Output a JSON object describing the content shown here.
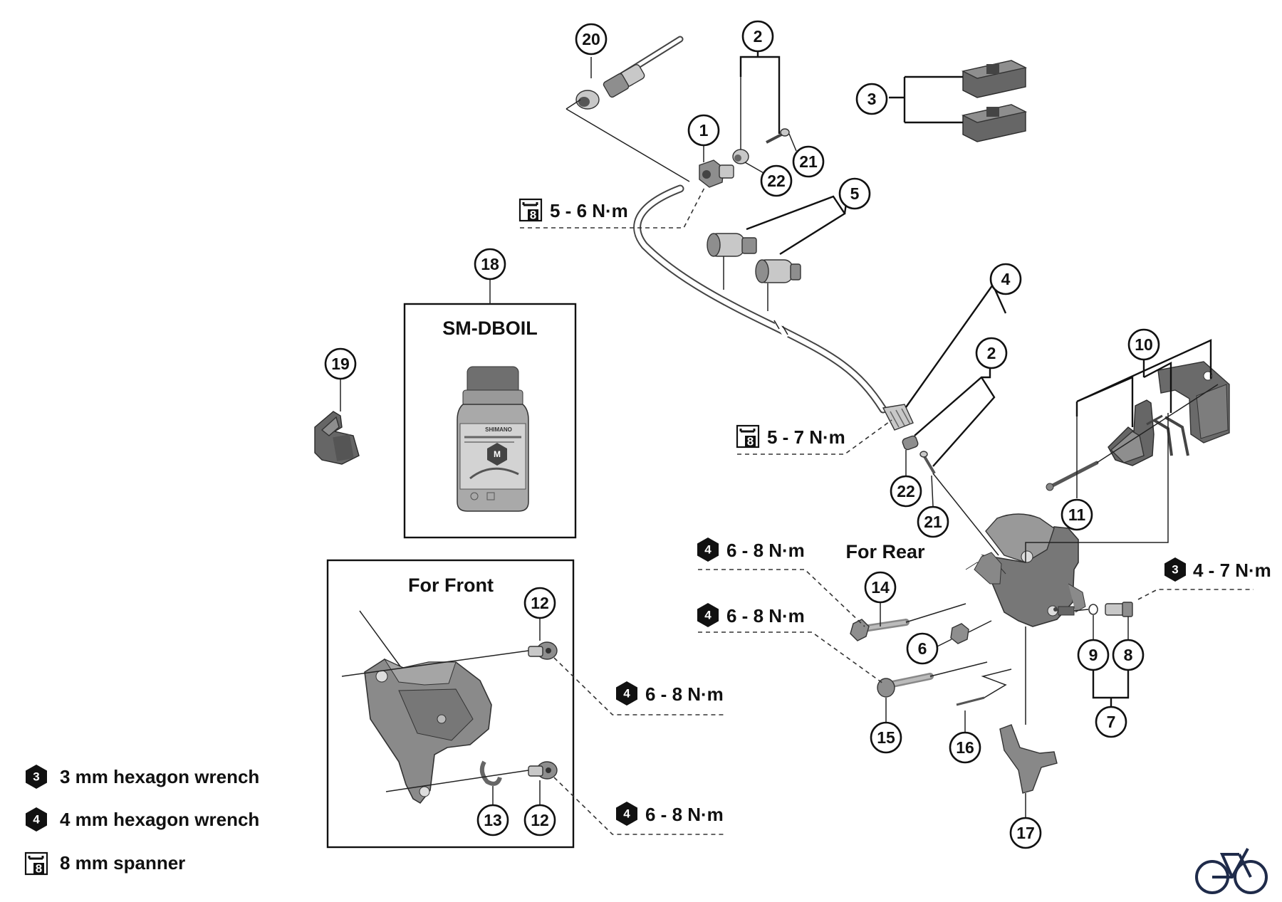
{
  "callouts": {
    "c1": "1",
    "c2a": "2",
    "c2b": "2",
    "c3": "3",
    "c4": "4",
    "c5": "5",
    "c6": "6",
    "c7": "7",
    "c8": "8",
    "c9": "9",
    "c10": "10",
    "c11": "11",
    "c12a": "12",
    "c12b": "12",
    "c13": "13",
    "c14": "14",
    "c15": "15",
    "c16": "16",
    "c17": "17",
    "c18": "18",
    "c19": "19",
    "c20": "20",
    "c21a": "21",
    "c21b": "21",
    "c22a": "22",
    "c22b": "22"
  },
  "torque": {
    "hose_upper": "5 - 6 N·m",
    "hose_lower": "5 - 7 N·m",
    "rear_mount_top": "6 - 8 N·m",
    "rear_mount_bottom": "6 - 8 N·m",
    "rear_bleed": "4 - 7 N·m",
    "front_top": "6 - 8 N·m",
    "front_bottom": "6 - 8 N·m"
  },
  "tool_numbers": {
    "hex3": "3",
    "hex4": "4",
    "spanner8": "8"
  },
  "labels": {
    "oil_box_title": "SM-DBOIL",
    "front_box_title": "For Front",
    "rear_title": "For Rear",
    "bottle_brand": "SHIMANO",
    "bottle_letter": "M"
  },
  "legend": [
    {
      "icon": "3",
      "text": "3 mm hexagon wrench"
    },
    {
      "icon": "4",
      "text": "4 mm hexagon wrench"
    },
    {
      "icon": "8",
      "text": "8 mm spanner"
    }
  ],
  "colors": {
    "ink": "#111111",
    "part_gray": "#8e8e8e"
  }
}
